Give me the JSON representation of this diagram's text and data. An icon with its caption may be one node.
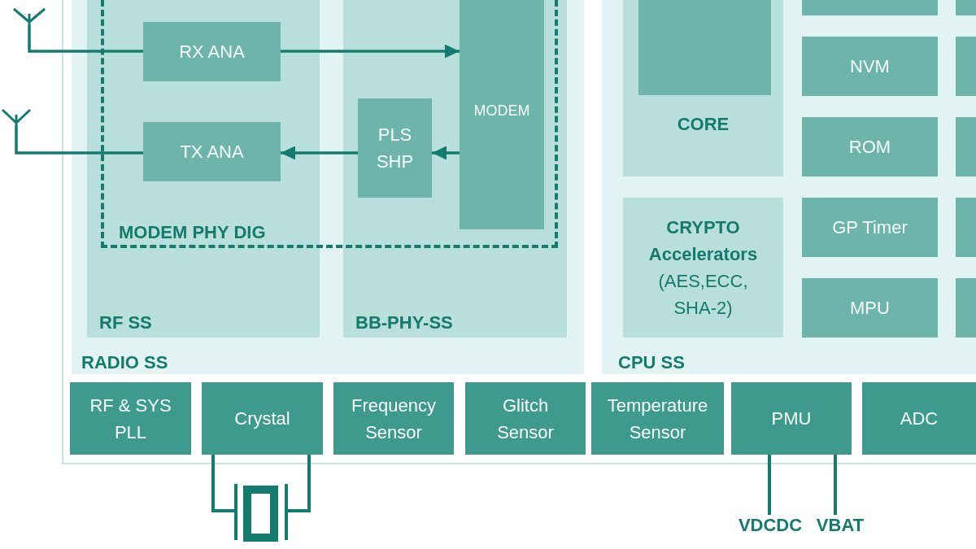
{
  "diagram": {
    "nodes": [
      {
        "text": [],
        "shape": "antenna"
      },
      {
        "text": [],
        "shape": "antenna"
      },
      {
        "text": [],
        "shape": "box"
      },
      {
        "text": [
          "RADIO SS"
        ],
        "in": 2
      },
      {
        "text": [
          "RF SS"
        ],
        "in": 3
      },
      {
        "text": [
          "BB-PHY-SS"
        ],
        "in": 3
      },
      {
        "text": [
          "RX ANA"
        ],
        "in": 4
      },
      {
        "text": [
          "MODEM"
        ],
        "in": 5
      },
      {
        "text": [
          "TX ANA"
        ],
        "in": 4
      },
      {
        "text": [
          "PLS SHP"
        ],
        "in": 5
      },
      {
        "text": [
          "CPU SS"
        ],
        "in": 2
      },
      {
        "text": [
          "CORE"
        ],
        "in": 10
      },
      {
        "text": [],
        "shape": "box",
        "in": 11
      },
      {
        "text": [],
        "shape": "box",
        "in": 10
      },
      {
        "text": [],
        "shape": "box",
        "in": 10
      },
      {
        "text": [
          "NVM"
        ],
        "in": 10
      },
      {
        "text": [],
        "shape": "box",
        "in": 10
      },
      {
        "text": [
          "ROM"
        ],
        "in": 10
      },
      {
        "text": [],
        "shape": "box",
        "in": 10
      },
      {
        "text": [
          "CRYPTO Accelerators",
          "(AES,ECC, SHA-2)"
        ],
        "in": 10
      },
      {
        "text": [
          "GP Timer"
        ],
        "in": 10
      },
      {
        "text": [],
        "shape": "box",
        "in": 10
      },
      {
        "text": [
          "MPU"
        ],
        "in": 10
      },
      {
        "text": [],
        "shape": "box",
        "in": 10
      },
      {
        "text": [
          "RF & SYS PLL"
        ],
        "in": 2
      },
      {
        "text": [
          "Crystal"
        ],
        "in": 2
      },
      {
        "text": [
          "Frequency Sensor"
        ],
        "in": 2
      },
      {
        "text": [
          "Glitch Sensor"
        ],
        "in": 2
      },
      {
        "text": [
          "Temperature Sensor"
        ],
        "in": 2
      },
      {
        "text": [
          "PMU"
        ],
        "in": 2
      },
      {
        "text": [
          "ADC"
        ],
        "in": 2
      },
      {
        "text": [],
        "shape": "crystal"
      },
      {
        "text": [
          "VDCDC"
        ]
      },
      {
        "text": [
          "VBAT"
        ]
      }
    ],
    "edges": [
      {
        "from": 0,
        "to": 6,
        "arrow": "none"
      },
      {
        "from": 6,
        "to": 7,
        "arrow": "to"
      },
      {
        "from": 7,
        "to": 9,
        "arrow": "to"
      },
      {
        "from": 9,
        "to": 8,
        "arrow": "to"
      },
      {
        "from": 8,
        "to": 1,
        "arrow": "none"
      },
      {
        "from": 25,
        "to": 31,
        "arrow": "none"
      },
      {
        "from": 25,
        "to": 31,
        "arrow": "none"
      },
      {
        "from": 29,
        "to": 32,
        "arrow": "none"
      },
      {
        "from": 29,
        "to": 33,
        "arrow": "none"
      }
    ],
    "labels": [
      "MODEM PHY DIG"
    ]
  }
}
